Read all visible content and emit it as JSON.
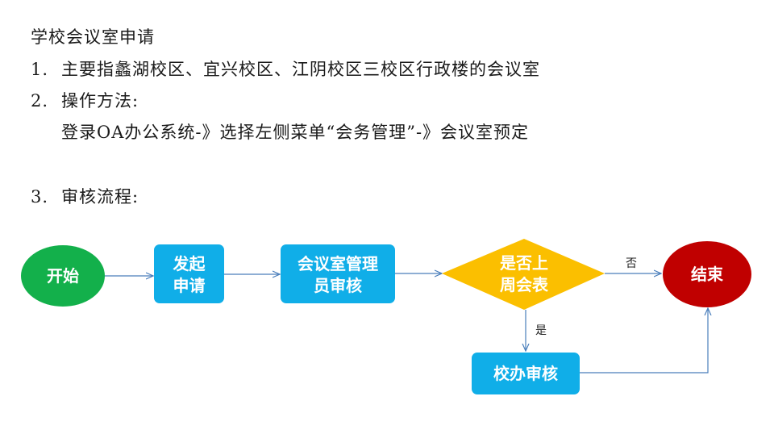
{
  "title": "学校会议室申请",
  "items": [
    {
      "num": "1.",
      "text": "主要指蠡湖校区、宜兴校区、江阴校区三校区行政楼的会议室"
    },
    {
      "num": "2.",
      "text": "操作方法:"
    },
    {
      "num": "",
      "text": "登录OA办公系统-》选择左侧菜单“会务管理”-》会议室预定"
    },
    {
      "num": "3.",
      "text": "审核流程:"
    }
  ],
  "flow": {
    "nodes": {
      "start": {
        "line1": "开始",
        "line2": "",
        "color": "#13b04b"
      },
      "apply": {
        "line1": "发起",
        "line2": "申请",
        "color": "#10aee8"
      },
      "admin": {
        "line1": "会议室管理",
        "line2": "员审核",
        "color": "#10aee8"
      },
      "decision": {
        "line1": "是否上",
        "line2": "周会表",
        "color": "#fbbf00"
      },
      "office": {
        "line1": "校办审核",
        "line2": "",
        "color": "#10aee8"
      },
      "end": {
        "line1": "结束",
        "line2": "",
        "color": "#c00000"
      }
    },
    "edges": {
      "no": "否",
      "yes": "是"
    },
    "edge_color": "#4a7ebb"
  }
}
